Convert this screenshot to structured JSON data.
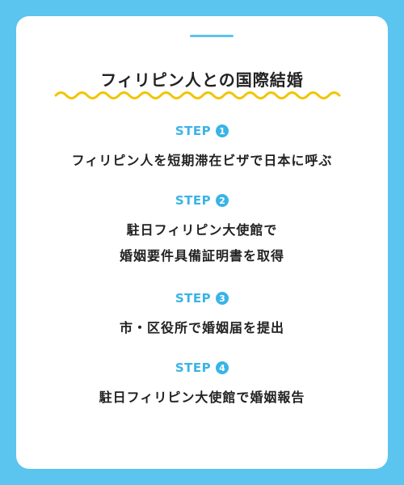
{
  "title": "フィリピン人との国際結婚",
  "colors": {
    "background": "#5bc4ef",
    "card": "#ffffff",
    "accent": "#3ab4e6",
    "wave": "#f2c400",
    "text": "#222222"
  },
  "steps": [
    {
      "label": "STEP",
      "number": "1",
      "lines": [
        "フィリピン人を短期滞在ビザで日本に呼ぶ"
      ]
    },
    {
      "label": "STEP",
      "number": "2",
      "lines": [
        "駐日フィリピン大使館で",
        "婚姻要件具備証明書を取得"
      ]
    },
    {
      "label": "STEP",
      "number": "3",
      "lines": [
        "市・区役所で婚姻届を提出"
      ]
    },
    {
      "label": "STEP",
      "number": "4",
      "lines": [
        "駐日フィリピン大使館で婚姻報告"
      ]
    }
  ]
}
